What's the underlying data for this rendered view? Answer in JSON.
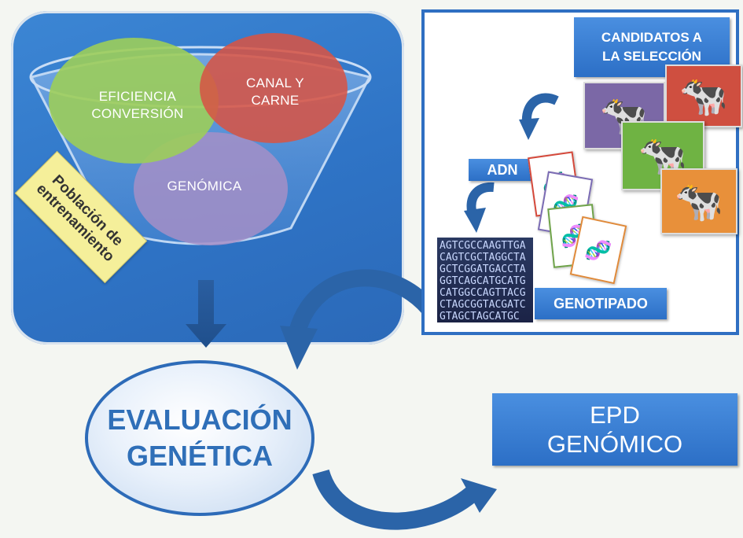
{
  "funnel": {
    "circles": {
      "eficiencia": [
        "EFICIENCIA",
        "CONVERSIÓN"
      ],
      "canal": [
        "CANAL Y",
        "CARNE"
      ],
      "genomica": [
        "GENÓMICA"
      ]
    },
    "sticky_note": [
      "Población de",
      "entrenamiento"
    ]
  },
  "selection": {
    "candidates_title": [
      "CANDIDATOS A",
      "LA SELECCIÓN"
    ],
    "adn_label": "ADN",
    "genotipado_label": "GENOTIPADO",
    "genotype_strip": "AGTCGCCAAGTTGACAGTCGCTAGGCTAGCTCGGATGACCTAGGTCAGCATGCATGCATGGCCAGTTACGCTAGCGGTACGATCGTAGCTAGCATGC"
  },
  "evaluation": [
    "EVALUACIÓN",
    "GENÉTICA"
  ],
  "result": [
    "EPD",
    "GENÓMICO"
  ],
  "colors": {
    "panel_blue": "#2f74c6",
    "green_circle": "#9ccd5a",
    "red_circle": "#d65445",
    "purple_circle": "#a58fc7",
    "sticky_yellow": "#f5ef9a",
    "arrow_blue": "#2b64a8"
  }
}
